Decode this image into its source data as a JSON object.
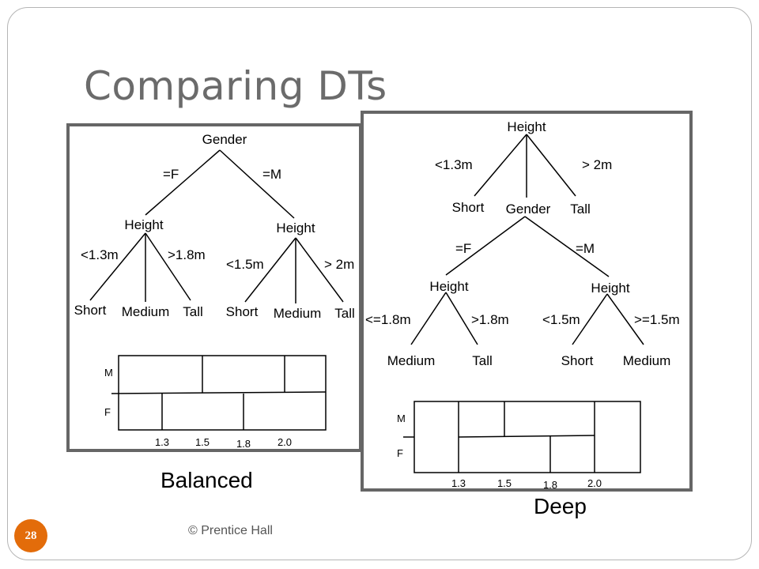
{
  "slide": {
    "title": "Comparing DTs",
    "footer": "© Prentice Hall",
    "page_number": "28",
    "accent_color": "#e36c0a"
  },
  "balanced": {
    "caption": "Balanced",
    "tree": {
      "root": "Gender",
      "edge_f": "=F",
      "edge_m": "=M",
      "left_node": "Height",
      "left_edge_low": "<1.3m",
      "left_edge_high": ">1.8m",
      "left_leaves": [
        "Short",
        "Medium",
        "Tall"
      ],
      "right_node": "Height",
      "right_edge_low": "<1.5m",
      "right_edge_high": "> 2m",
      "right_leaves": [
        "Short",
        "Medium",
        "Tall"
      ]
    },
    "partition": {
      "row_labels": [
        "M",
        "F"
      ],
      "ticks": [
        "1.3",
        "1.5",
        "1.8",
        "2.0"
      ]
    }
  },
  "deep": {
    "caption": "Deep",
    "tree": {
      "root": "Height",
      "edge_low": "<1.3m",
      "edge_high": "> 2m",
      "level1": [
        "Short",
        "Gender",
        "Tall"
      ],
      "edge_f": "=F",
      "edge_m": "=M",
      "left_node": "Height",
      "left_edge_low": "<=1.8m",
      "left_edge_high": ">1.8m",
      "left_leaves": [
        "Medium",
        "Tall"
      ],
      "right_node": "Height",
      "right_edge_low": "<1.5m",
      "right_edge_high": ">=1.5m",
      "right_leaves": [
        "Short",
        "Medium"
      ]
    },
    "partition": {
      "row_labels": [
        "M",
        "F"
      ],
      "ticks": [
        "1.3",
        "1.5",
        "1.8",
        "2.0"
      ]
    }
  }
}
